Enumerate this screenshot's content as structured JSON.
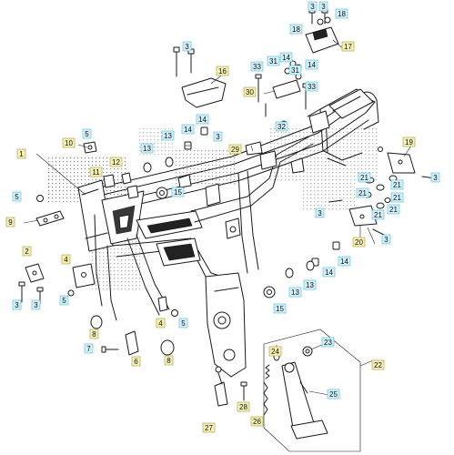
{
  "callouts": [
    {
      "id": "c1",
      "text": "1",
      "style": "yellow"
    },
    {
      "id": "c2",
      "text": "2",
      "style": "yellow"
    },
    {
      "id": "c3a",
      "text": "3",
      "style": "blue"
    },
    {
      "id": "c3b",
      "text": "3",
      "style": "blue"
    },
    {
      "id": "c3c",
      "text": "3",
      "style": "blue"
    },
    {
      "id": "c3d",
      "text": "3",
      "style": "blue"
    },
    {
      "id": "c3e",
      "text": "3",
      "style": "blue"
    },
    {
      "id": "c3f",
      "text": "3",
      "style": "blue"
    },
    {
      "id": "c3g",
      "text": "3",
      "style": "blue"
    },
    {
      "id": "c3h",
      "text": "3",
      "style": "blue"
    },
    {
      "id": "c3i",
      "text": "3",
      "style": "blue"
    },
    {
      "id": "c4a",
      "text": "4",
      "style": "yellow"
    },
    {
      "id": "c4b",
      "text": "4",
      "style": "yellow"
    },
    {
      "id": "c5a",
      "text": "5",
      "style": "blue"
    },
    {
      "id": "c5b",
      "text": "5",
      "style": "blue"
    },
    {
      "id": "c5c",
      "text": "5",
      "style": "blue"
    },
    {
      "id": "c5d",
      "text": "5",
      "style": "blue"
    },
    {
      "id": "c6",
      "text": "6",
      "style": "yellow"
    },
    {
      "id": "c7",
      "text": "7",
      "style": "blue"
    },
    {
      "id": "c8a",
      "text": "8",
      "style": "yellow"
    },
    {
      "id": "c8b",
      "text": "8",
      "style": "yellow"
    },
    {
      "id": "c9",
      "text": "9",
      "style": "yellow"
    },
    {
      "id": "c10",
      "text": "10",
      "style": "yellow"
    },
    {
      "id": "c11",
      "text": "11",
      "style": "yellow"
    },
    {
      "id": "c12",
      "text": "12",
      "style": "yellow"
    },
    {
      "id": "c13a",
      "text": "13",
      "style": "blue"
    },
    {
      "id": "c13b",
      "text": "13",
      "style": "blue"
    },
    {
      "id": "c13c",
      "text": "13",
      "style": "blue"
    },
    {
      "id": "c13d",
      "text": "13",
      "style": "blue"
    },
    {
      "id": "c14a",
      "text": "14",
      "style": "blue"
    },
    {
      "id": "c14b",
      "text": "14",
      "style": "blue"
    },
    {
      "id": "c14c",
      "text": "14",
      "style": "blue"
    },
    {
      "id": "c14d",
      "text": "14",
      "style": "blue"
    },
    {
      "id": "c14e",
      "text": "14",
      "style": "blue"
    },
    {
      "id": "c14f",
      "text": "14",
      "style": "blue"
    },
    {
      "id": "c15a",
      "text": "15",
      "style": "blue"
    },
    {
      "id": "c15b",
      "text": "15",
      "style": "blue"
    },
    {
      "id": "c16",
      "text": "16",
      "style": "yellow"
    },
    {
      "id": "c17",
      "text": "17",
      "style": "yellow"
    },
    {
      "id": "c18a",
      "text": "18",
      "style": "blue"
    },
    {
      "id": "c18b",
      "text": "18",
      "style": "blue"
    },
    {
      "id": "c19",
      "text": "19",
      "style": "yellow"
    },
    {
      "id": "c20",
      "text": "20",
      "style": "yellow"
    },
    {
      "id": "c21a",
      "text": "21",
      "style": "blue"
    },
    {
      "id": "c21b",
      "text": "21",
      "style": "blue"
    },
    {
      "id": "c21c",
      "text": "21",
      "style": "blue"
    },
    {
      "id": "c21d",
      "text": "21",
      "style": "blue"
    },
    {
      "id": "c21e",
      "text": "21",
      "style": "blue"
    },
    {
      "id": "c21f",
      "text": "21",
      "style": "blue"
    },
    {
      "id": "c22",
      "text": "22",
      "style": "yellow"
    },
    {
      "id": "c23",
      "text": "23",
      "style": "blue"
    },
    {
      "id": "c24",
      "text": "24",
      "style": "yellow"
    },
    {
      "id": "c25",
      "text": "25",
      "style": "blue"
    },
    {
      "id": "c26",
      "text": "26",
      "style": "yellow"
    },
    {
      "id": "c27",
      "text": "27",
      "style": "yellow"
    },
    {
      "id": "c28",
      "text": "28",
      "style": "yellow"
    },
    {
      "id": "c29",
      "text": "29",
      "style": "yellow"
    },
    {
      "id": "c30",
      "text": "30",
      "style": "yellow"
    },
    {
      "id": "c31a",
      "text": "31",
      "style": "blue"
    },
    {
      "id": "c31b",
      "text": "31",
      "style": "blue"
    },
    {
      "id": "c32",
      "text": "32",
      "style": "blue"
    },
    {
      "id": "c33a",
      "text": "33",
      "style": "blue"
    },
    {
      "id": "c33b",
      "text": "33",
      "style": "blue"
    }
  ]
}
